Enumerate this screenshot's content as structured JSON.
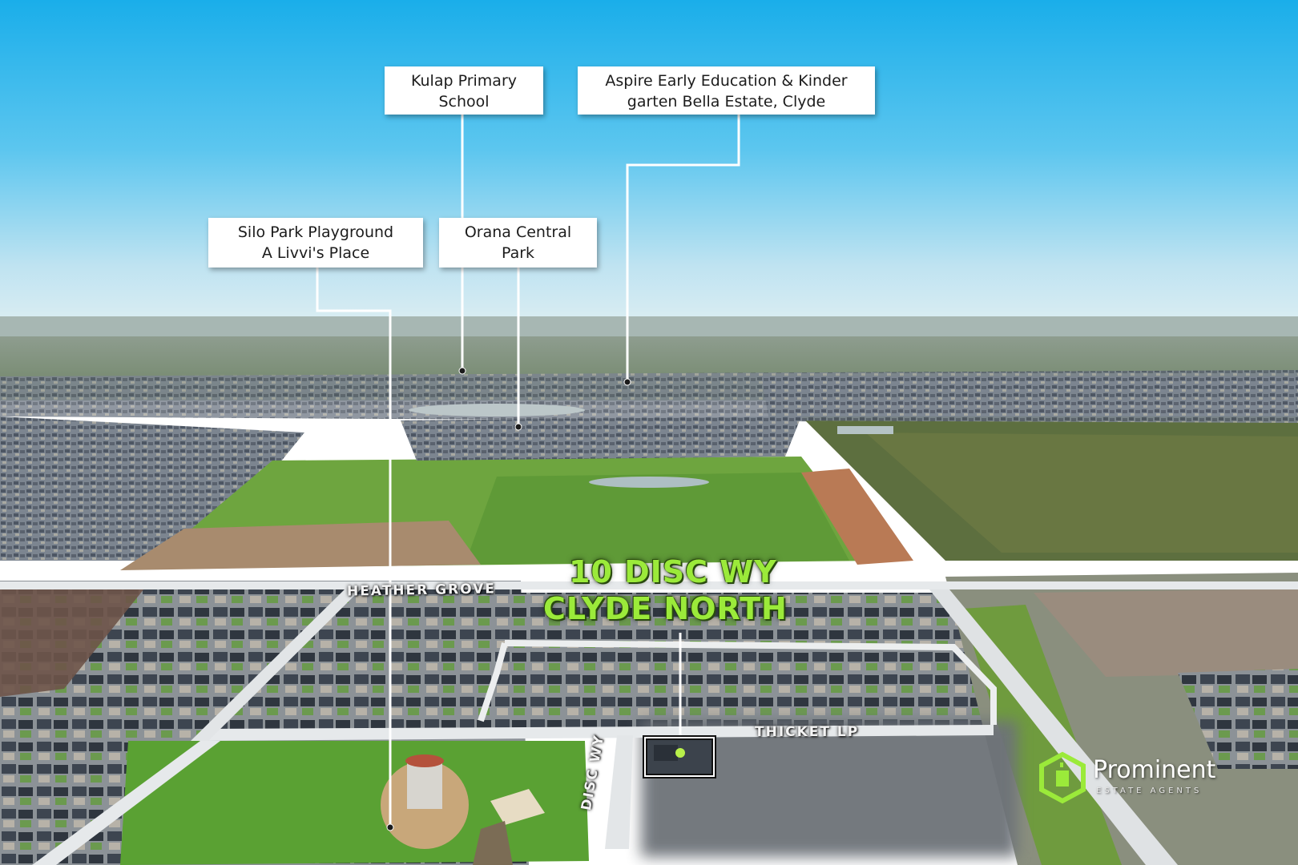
{
  "headline": {
    "line1": "10 DISC WY",
    "line2": "CLYDE NORTH",
    "color": "#9bea3a"
  },
  "points_of_interest": [
    {
      "label_line1": "Kulap Primary",
      "label_line2": "School"
    },
    {
      "label_line1": "Aspire Early Education & Kinder",
      "label_line2": "garten Bella Estate, Clyde"
    },
    {
      "label_line1": "Silo Park Playground",
      "label_line2": "A Livvi's Place"
    },
    {
      "label_line1": "Orana Central",
      "label_line2": "Park"
    }
  ],
  "streets": {
    "heather_grove": "HEATHER GROVE",
    "thicket_lp": "THICKET LP",
    "disc_wy": "DISC WY"
  },
  "brand": {
    "name": "Prominent",
    "tagline": "ESTATE AGENTS",
    "color": "#9bea3a",
    "icon": "house-hexagon-logo-icon"
  },
  "colors": {
    "sky_top": "#1fb4ee",
    "sky_bottom": "#d9eef6",
    "grass": "#5fa33a",
    "roofs": "#4a5360",
    "road": "#e9ecef",
    "marker": "#b8f04a"
  }
}
